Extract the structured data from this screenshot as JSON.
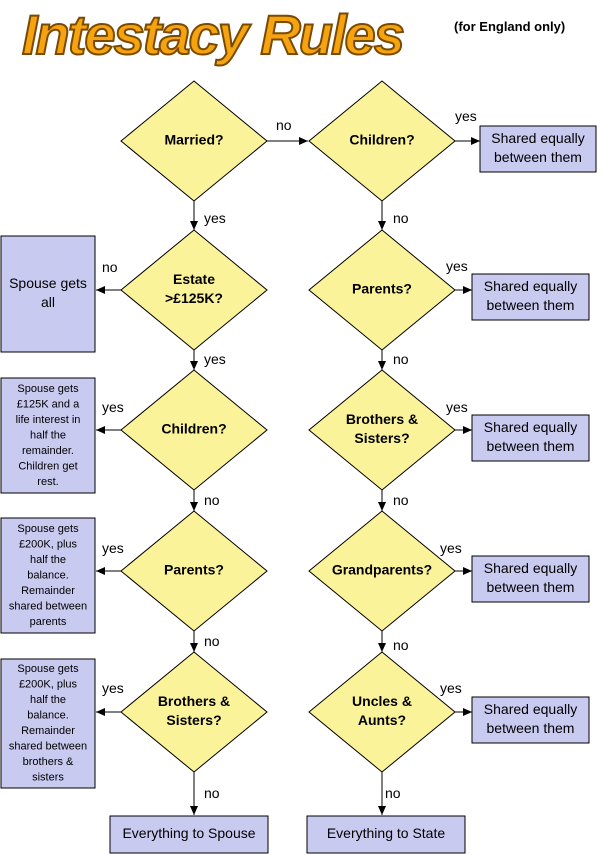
{
  "title": "Intestacy Rules",
  "subtitle": "(for England only)",
  "diamonds": {
    "married": [
      "Married?"
    ],
    "estate": [
      "Estate",
      ">£125K?"
    ],
    "l_children": [
      "Children?"
    ],
    "l_parents": [
      "Parents?"
    ],
    "l_siblings": [
      "Brothers &",
      "Sisters?"
    ],
    "r_children": [
      "Children?"
    ],
    "r_parents": [
      "Parents?"
    ],
    "r_siblings": [
      "Brothers &",
      "Sisters?"
    ],
    "r_grandparents": [
      "Grandparents?"
    ],
    "r_uncles": [
      "Uncles &",
      "Aunts?"
    ]
  },
  "boxes": {
    "spouse_all": [
      "Spouse gets",
      "all"
    ],
    "spouse_125k": [
      "Spouse gets",
      "£125K and a",
      "life interest in",
      "half the",
      "remainder.",
      "Children get",
      "rest."
    ],
    "spouse_200k_parents": [
      "Spouse gets",
      "£200K, plus",
      "half the",
      "balance.",
      "Remainder",
      "shared between",
      "parents"
    ],
    "spouse_200k_siblings": [
      "Spouse gets",
      "£200K, plus",
      "half the",
      "balance.",
      "Remainder",
      "shared between",
      "brothers &",
      "sisters"
    ],
    "everything_spouse": [
      "Everything to Spouse"
    ],
    "everything_state": [
      "Everything to State"
    ],
    "shared_children": [
      "Shared equally",
      "between them"
    ],
    "shared_parents": [
      "Shared equally",
      "between them"
    ],
    "shared_siblings": [
      "Shared equally",
      "between them"
    ],
    "shared_grandparents": [
      "Shared equally",
      "between them"
    ],
    "shared_uncles": [
      "Shared equally",
      "between them"
    ]
  },
  "labels": {
    "yes": "yes",
    "no": "no"
  }
}
